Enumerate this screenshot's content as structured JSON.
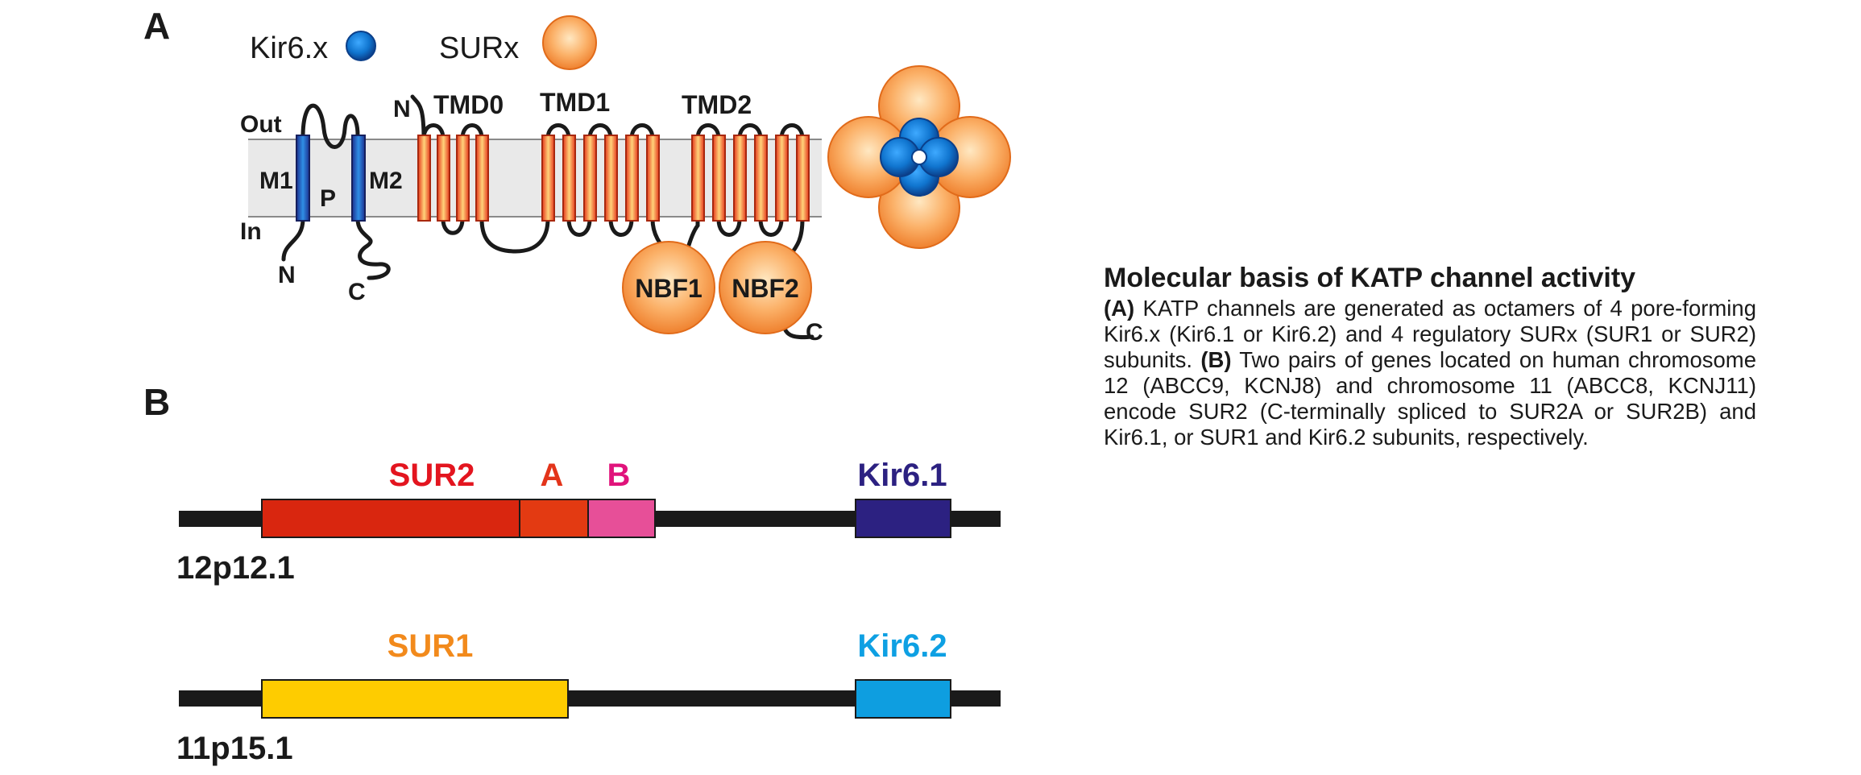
{
  "panel_a": {
    "label": "A",
    "legend": {
      "kir_label": "Kir6.x",
      "sur_label": "SURx"
    },
    "membrane": {
      "out_label": "Out",
      "in_label": "In"
    },
    "kir": {
      "m1": "M1",
      "m2": "M2",
      "p": "P",
      "n": "N",
      "c": "C"
    },
    "sur": {
      "n": "N",
      "tmd0": "TMD0",
      "tmd1": "TMD1",
      "tmd2": "TMD2",
      "nbf1": "NBF1",
      "nbf2": "NBF2",
      "c": "C"
    }
  },
  "panel_b": {
    "label": "B",
    "chr12": {
      "locus": "12p12.1",
      "sur2": "SUR2",
      "a": "A",
      "b": "B",
      "kir": "Kir6.1"
    },
    "chr11": {
      "locus": "11p15.1",
      "sur1": "SUR1",
      "kir": "Kir6.2"
    }
  },
  "colors": {
    "sur2": "#d9260f",
    "exon_a": "#e33a12",
    "exon_b": "#e74f98",
    "kir61": "#2c2181",
    "sur1": "#fecc00",
    "kir62": "#0e9ee0",
    "sur2_label": "#e3151f",
    "a_label": "#e3341a",
    "b_label": "#e0137b",
    "sur1_label": "#f28a1c",
    "kir62_label": "#0ea0e3"
  },
  "caption": {
    "title": "Molecular basis of KATP channel activity",
    "a_tag": "(A)",
    "a_text": "KATP channels are generated as octamers of 4 pore-forming Kir6.x (Kir6.1 or Kir6.2) and 4 regulatory SURx (SUR1 or SUR2) subunits.",
    "b_tag": "(B)",
    "b_text": "Two pairs of genes located on human chromosome 12 (ABCC9, KCNJ8) and chromosome 11 (ABCC8, KCNJ11) encode SUR2 (C-terminally spliced to SUR2A or SUR2B) and Kir6.1, or SUR1 and Kir6.2 subunits, respectively."
  }
}
